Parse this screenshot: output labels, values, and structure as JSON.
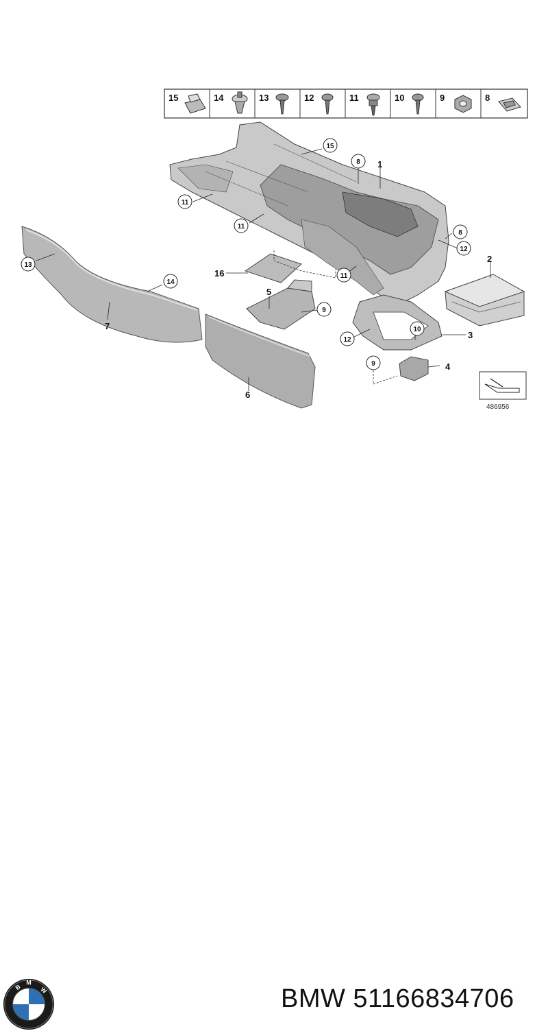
{
  "diagram": {
    "fastener_strip": [
      {
        "num": "15",
        "icon": "clip-nut-icon"
      },
      {
        "num": "14",
        "icon": "push-rivet-icon"
      },
      {
        "num": "13",
        "icon": "screw-icon"
      },
      {
        "num": "12",
        "icon": "screw-icon"
      },
      {
        "num": "11",
        "icon": "collar-screw-icon"
      },
      {
        "num": "10",
        "icon": "screw-icon"
      },
      {
        "num": "9",
        "icon": "hex-nut-icon"
      },
      {
        "num": "8",
        "icon": "spring-nut-icon"
      }
    ],
    "callouts": {
      "c15": "15",
      "c8a": "8",
      "c11a": "11",
      "c11b": "11",
      "c8b": "8",
      "c12a": "12",
      "c13": "13",
      "c14": "14",
      "c9a": "9",
      "c11c": "11",
      "c12b": "12",
      "c10": "10",
      "c9b": "9"
    },
    "labels": {
      "l1": "1",
      "l2": "2",
      "l3": "3",
      "l4": "4",
      "l5": "5",
      "l6": "6",
      "l7": "7",
      "l16": "16"
    },
    "ref_number": "486956"
  },
  "footer": {
    "brand": "BMW",
    "part_number": "51166834706",
    "title": "BMW 51166834706",
    "logo_colors": {
      "ring": "#1a1a1a",
      "blue": "#2f6fb3",
      "white": "#ffffff"
    }
  }
}
